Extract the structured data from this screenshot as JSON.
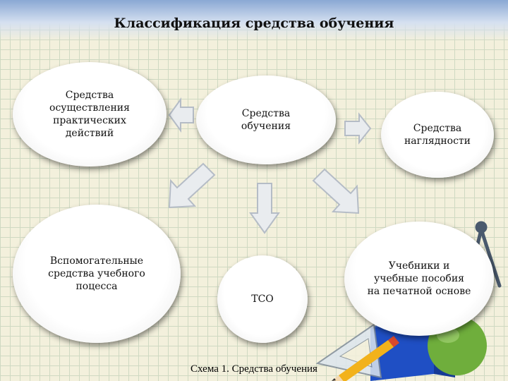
{
  "title": "Классификация средства обучения",
  "caption": "Схема 1. Средства обучения",
  "nodes": {
    "center": "Средства обучения",
    "practical": "Средства осуществления практических действий",
    "visual": "Средства наглядности",
    "auxiliary": "Вспомогательные средства учебного поцесса",
    "tso": "ТСО",
    "printed": "Учебники и учебные пособия на печатной основе"
  },
  "colors": {
    "arrow_fill": "#e9ecef",
    "arrow_stroke": "#b5bcc6",
    "node_fill": "#ffffff",
    "band": "#8aa8d4"
  }
}
